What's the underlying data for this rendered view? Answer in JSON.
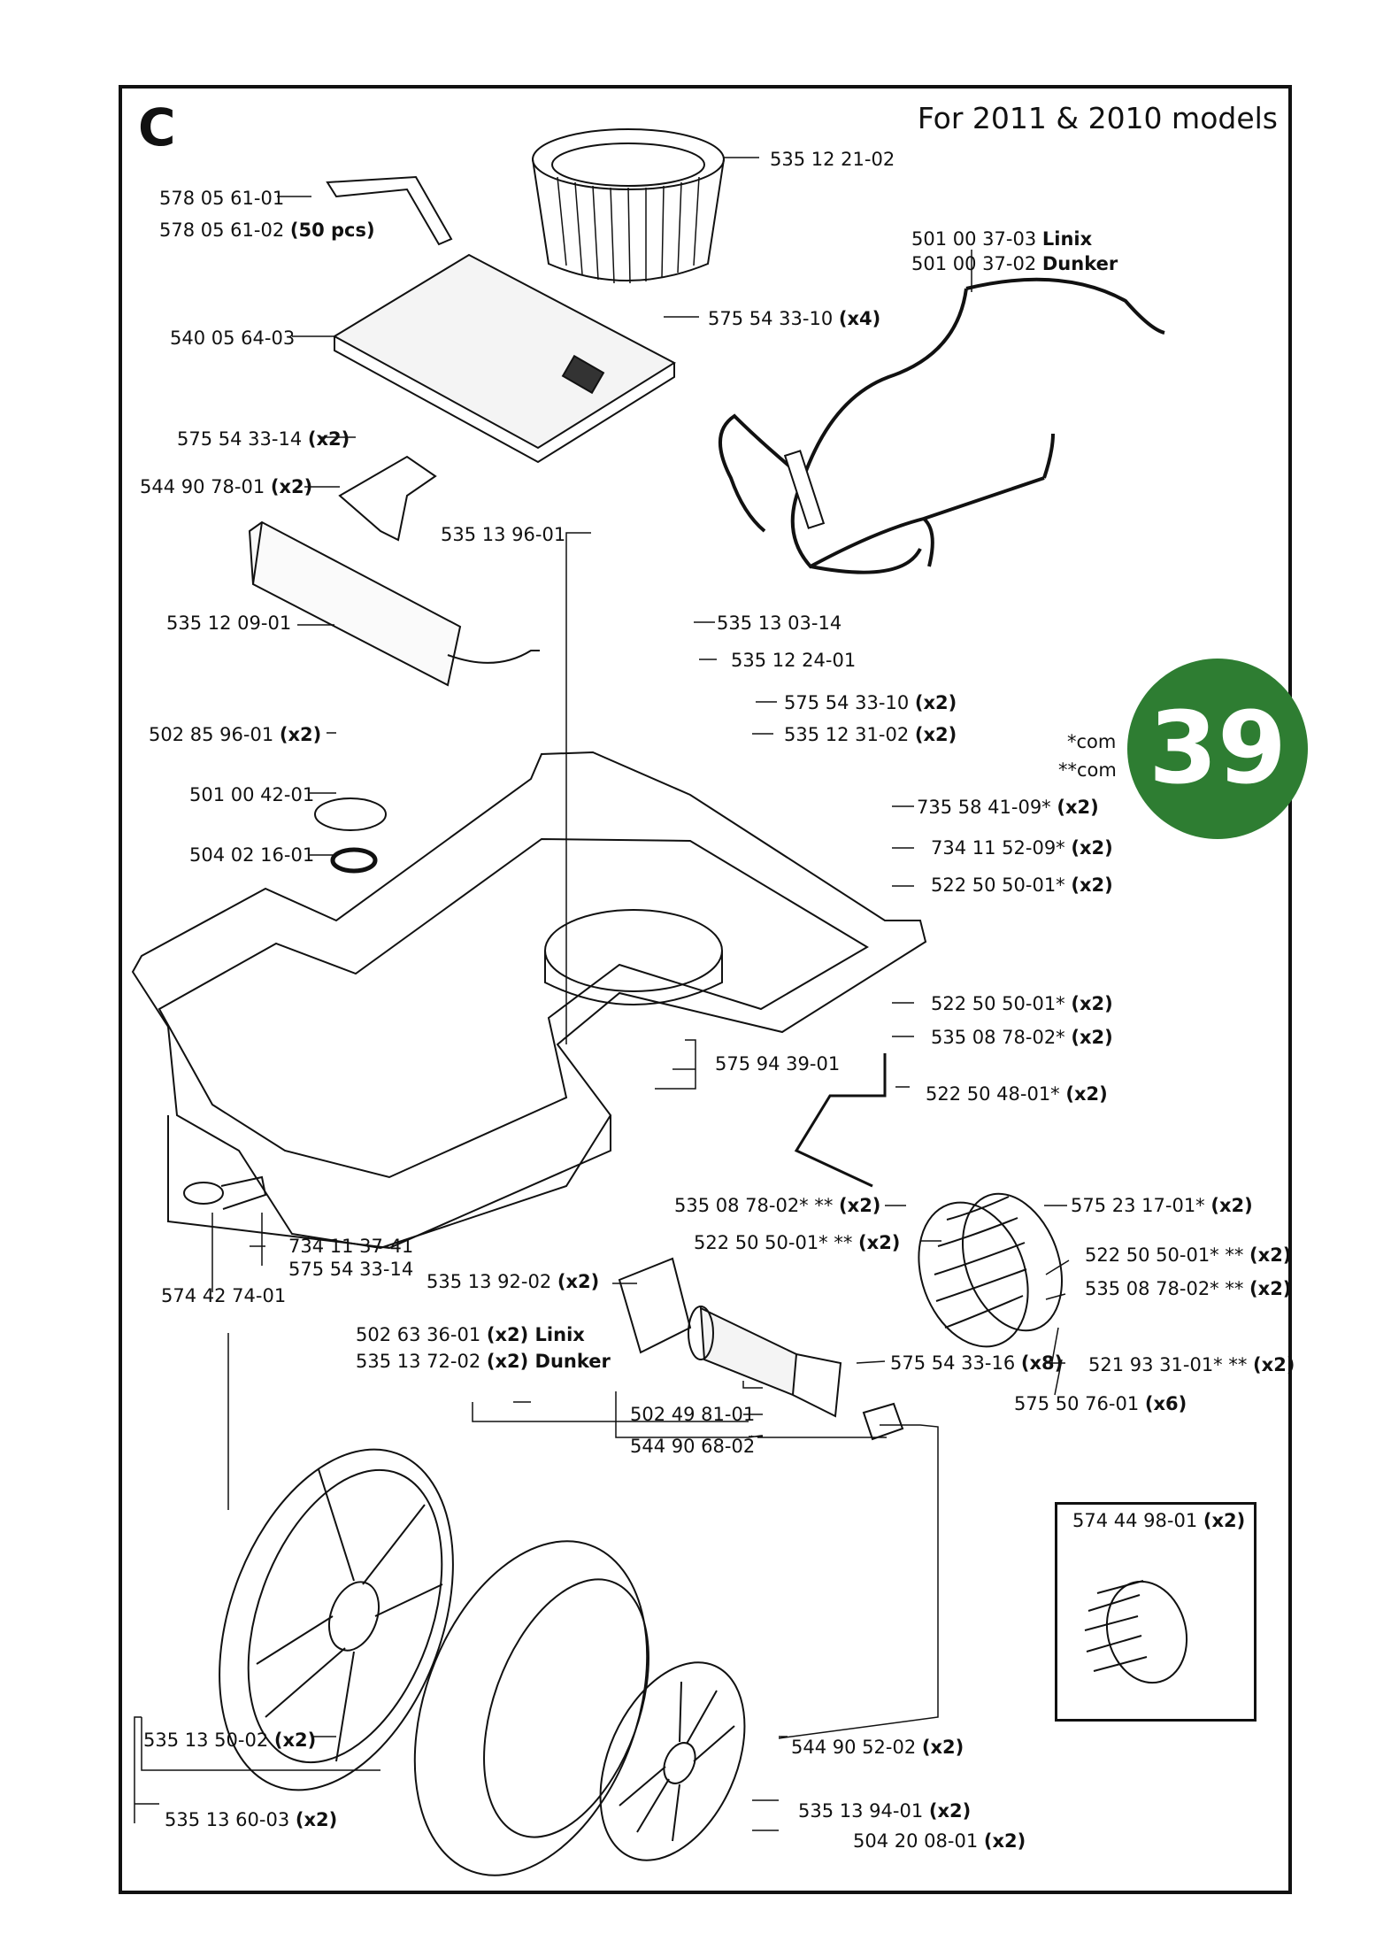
{
  "header": {
    "section_letter": "C",
    "models_caption": "For 2011 & 2010 models",
    "page_number": "39"
  },
  "notes": {
    "note1": "*com",
    "note2": "**com"
  },
  "parts": [
    {
      "pn": "578 05 61-01",
      "qty": ""
    },
    {
      "pn": "578 05 61-02",
      "qty": "(50 pcs)"
    },
    {
      "pn": "540 05 64-03",
      "qty": ""
    },
    {
      "pn": "535 12 21-02",
      "qty": ""
    },
    {
      "pn": "501 00 37-03",
      "qty": "Linix"
    },
    {
      "pn": "501 00 37-02",
      "qty": "Dunker"
    },
    {
      "pn": "575 54 33-10",
      "qty": "(x4)"
    },
    {
      "pn": "575 54 33-14",
      "qty": "(x2)"
    },
    {
      "pn": "544 90 78-01",
      "qty": "(x2)"
    },
    {
      "pn": "535 13 96-01",
      "qty": ""
    },
    {
      "pn": "535 12 09-01",
      "qty": ""
    },
    {
      "pn": "535 13 03-14",
      "qty": ""
    },
    {
      "pn": "535 12 24-01",
      "qty": ""
    },
    {
      "pn": "575 54 33-10",
      "qty": "(x2)"
    },
    {
      "pn": "535 12 31-02",
      "qty": "(x2)"
    },
    {
      "pn": "502 85 96-01",
      "qty": "(x2)"
    },
    {
      "pn": "501 00 42-01",
      "qty": ""
    },
    {
      "pn": "504 02 16-01",
      "qty": ""
    },
    {
      "pn": "735 58 41-09*",
      "qty": "(x2)"
    },
    {
      "pn": "734 11 52-09*",
      "qty": "(x2)"
    },
    {
      "pn": "522 50 50-01*",
      "qty": "(x2)"
    },
    {
      "pn": "522 50 50-01*",
      "qty": "(x2)"
    },
    {
      "pn": "535 08 78-02*",
      "qty": "(x2)"
    },
    {
      "pn": "575 94 39-01",
      "qty": ""
    },
    {
      "pn": "522 50 48-01*",
      "qty": "(x2)"
    },
    {
      "pn": "535 08 78-02* **",
      "qty": "(x2)"
    },
    {
      "pn": "575 23 17-01*",
      "qty": "(x2)"
    },
    {
      "pn": "522 50 50-01* **",
      "qty": "(x2)"
    },
    {
      "pn": "522 50 50-01* **",
      "qty": "(x2)"
    },
    {
      "pn": "535 08 78-02* **",
      "qty": "(x2)"
    },
    {
      "pn": "734 11 37-41",
      "qty": ""
    },
    {
      "pn": "575 54 33-14",
      "qty": ""
    },
    {
      "pn": "574 42 74-01",
      "qty": ""
    },
    {
      "pn": "535 13 92-02",
      "qty": "(x2)"
    },
    {
      "pn": "502 63 36-01",
      "qty": "(x2) Linix"
    },
    {
      "pn": "535 13 72-02",
      "qty": "(x2) Dunker"
    },
    {
      "pn": "575 54 33-16",
      "qty": "(x8)"
    },
    {
      "pn": "521 93 31-01* **",
      "qty": "(x2)"
    },
    {
      "pn": "575 50 76-01",
      "qty": "(x6)"
    },
    {
      "pn": "502 49 81-01",
      "qty": ""
    },
    {
      "pn": "544 90 68-02",
      "qty": ""
    },
    {
      "pn": "574 44 98-01",
      "qty": "(x2)"
    },
    {
      "pn": "535 13 50-02",
      "qty": "(x2)"
    },
    {
      "pn": "544 90 52-02",
      "qty": "(x2)"
    },
    {
      "pn": "535 13 94-01",
      "qty": "(x2)"
    },
    {
      "pn": "504 20 08-01",
      "qty": "(x2)"
    },
    {
      "pn": "535 13 60-03",
      "qty": "(x2)"
    }
  ]
}
